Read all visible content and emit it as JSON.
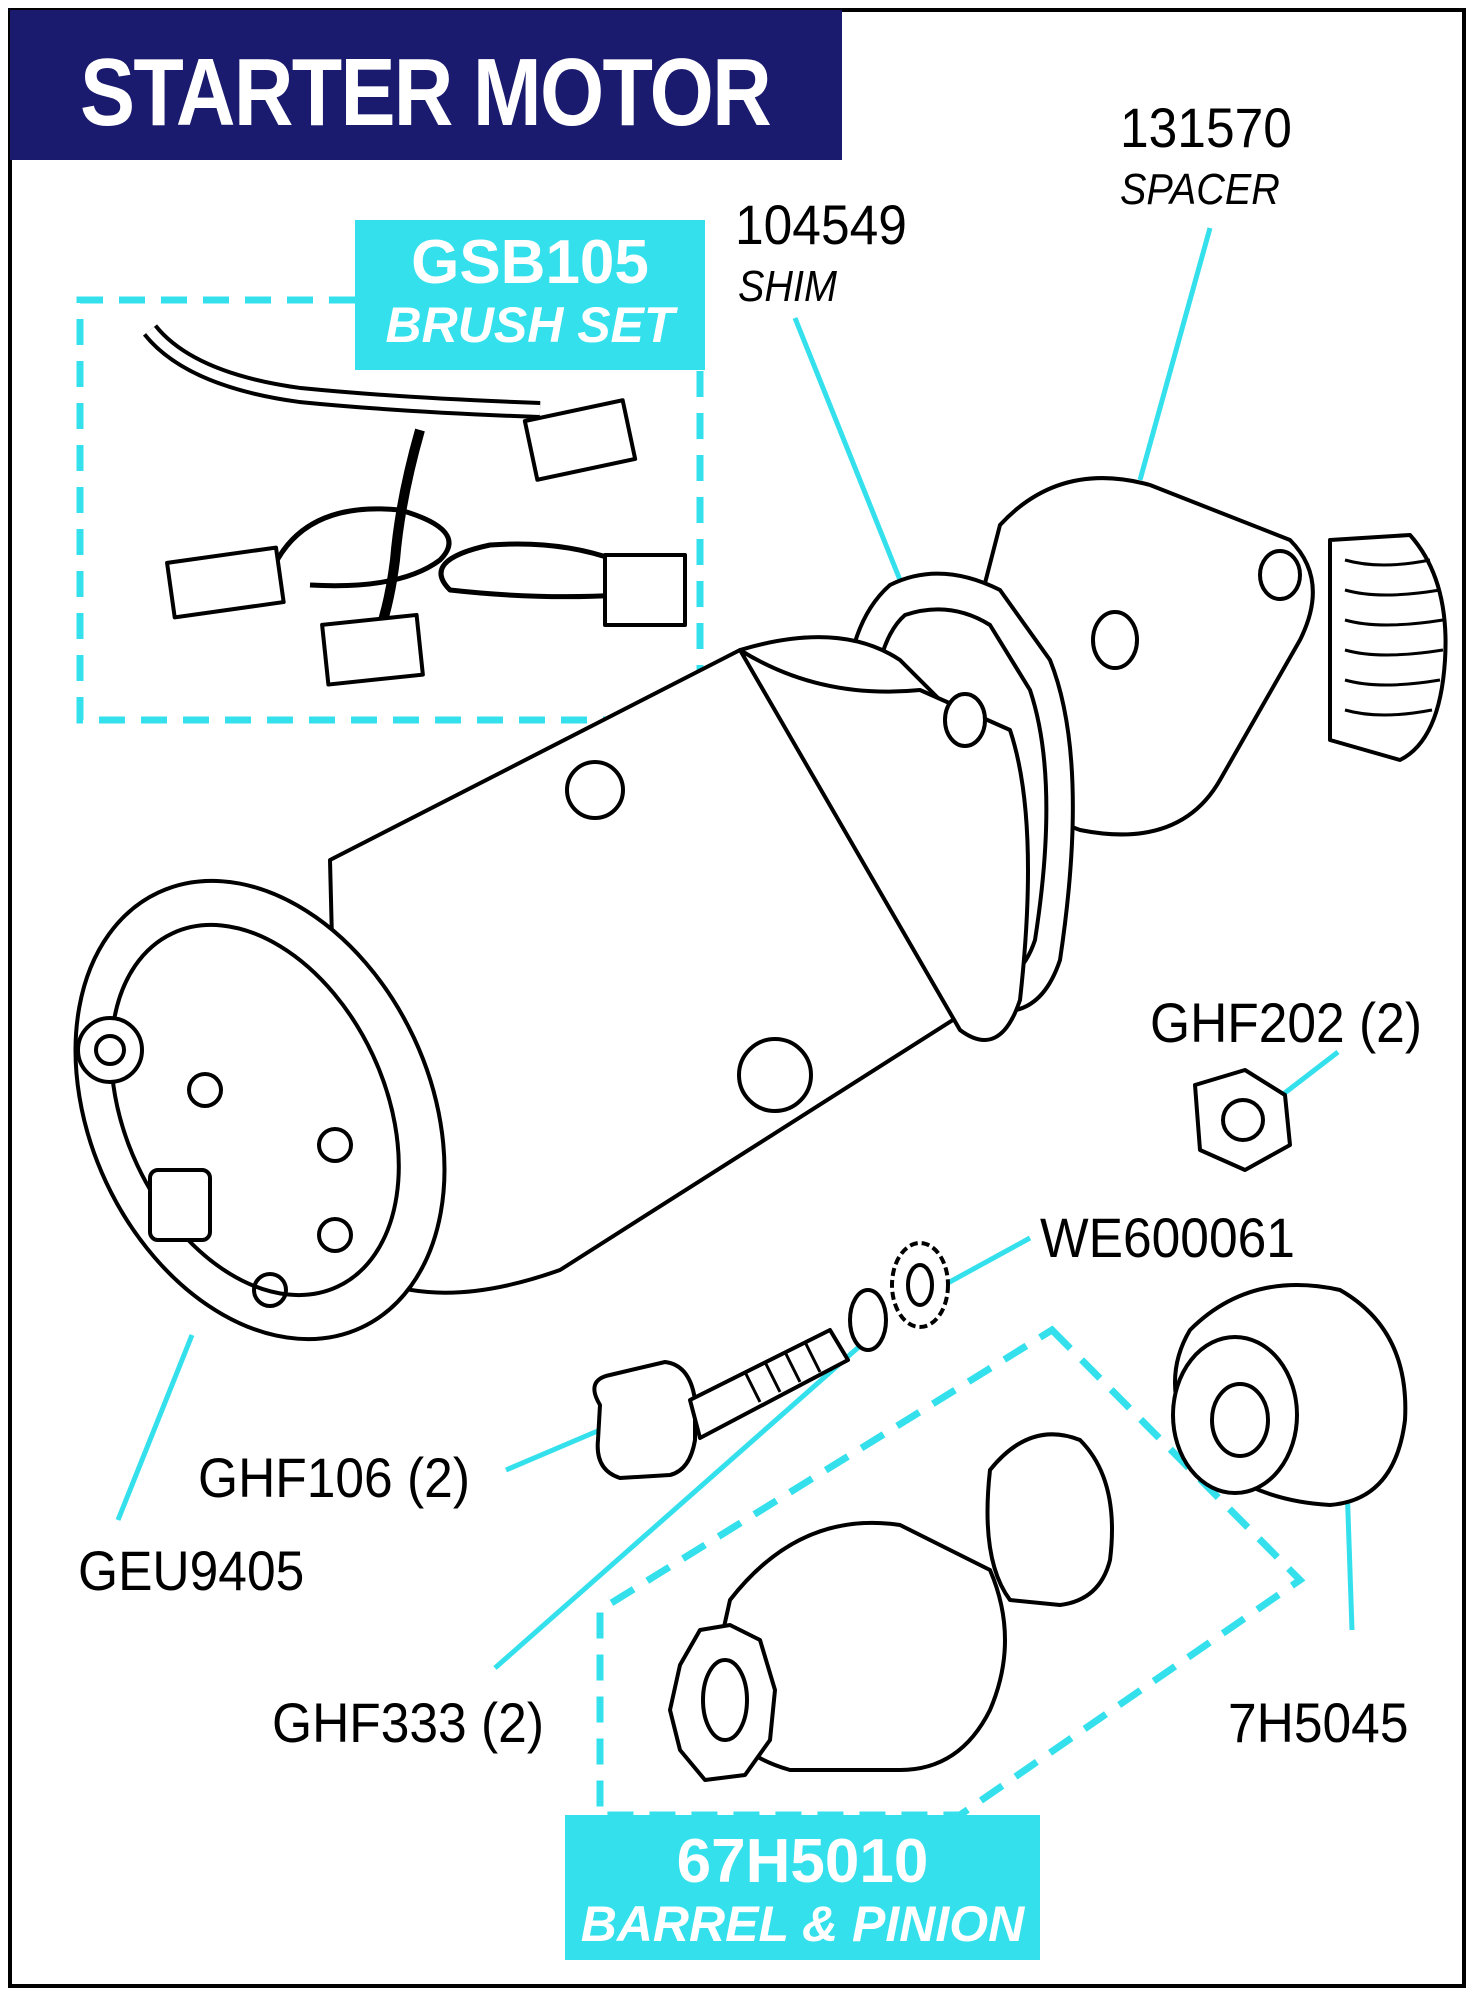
{
  "title": "STARTER MOTOR",
  "colors": {
    "accent": "#33e0ec",
    "title_bg": "#1a1a6e",
    "ink": "#000000"
  },
  "kits": [
    {
      "id": "brush-set",
      "code": "GSB105",
      "name": "BRUSH SET"
    },
    {
      "id": "barrel-pinion",
      "code": "67H5010",
      "name": "BARREL & PINION"
    }
  ],
  "parts": [
    {
      "id": "spacer",
      "code": "131570",
      "name": "SPACER"
    },
    {
      "id": "shim",
      "code": "104549",
      "name": "SHIM"
    },
    {
      "id": "nut",
      "code": "GHF202 (2)"
    },
    {
      "id": "washer",
      "code": "WE600061"
    },
    {
      "id": "bolt",
      "code": "GHF106 (2)"
    },
    {
      "id": "motor",
      "code": "GEU9405"
    },
    {
      "id": "spring-washer",
      "code": "GHF333 (2)"
    },
    {
      "id": "spring",
      "code": "7H5045"
    }
  ]
}
